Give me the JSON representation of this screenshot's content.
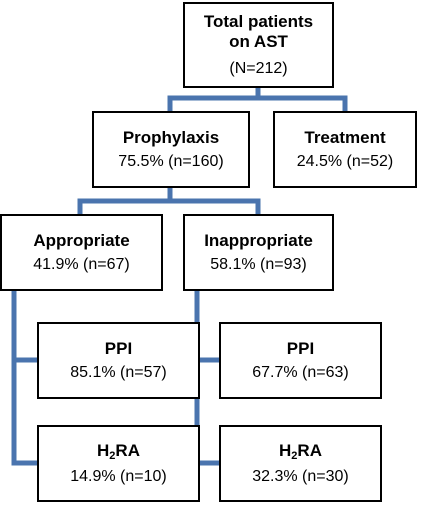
{
  "colors": {
    "connector": "#4a74ae",
    "box_border": "#000000",
    "text": "#000000"
  },
  "nodes": {
    "total": {
      "title_line1": "Total patients",
      "title_line2": "on AST",
      "value": "(N=212)"
    },
    "prophylaxis": {
      "title": "Prophylaxis",
      "value": "75.5% (n=160)"
    },
    "treatment": {
      "title": "Treatment",
      "value": "24.5% (n=52)"
    },
    "appropriate": {
      "title": "Appropriate",
      "value": "41.9% (n=67)"
    },
    "inappropriate": {
      "title": "Inappropriate",
      "value": "58.1% (n=93)"
    },
    "appropriate_ppi": {
      "title": "PPI",
      "value": "85.1% (n=57)"
    },
    "appropriate_h2ra": {
      "title_prefix": "H",
      "title_subscript": "2",
      "title_suffix": "RA",
      "value": "14.9% (n=10)"
    },
    "inappropriate_ppi": {
      "title": "PPI",
      "value": "67.7% (n=63)"
    },
    "inappropriate_h2ra": {
      "title_prefix": "H",
      "title_subscript": "2",
      "title_suffix": "RA",
      "value": "32.3% (n=30)"
    }
  },
  "edges": [
    {
      "from": "total",
      "to": "prophylaxis"
    },
    {
      "from": "total",
      "to": "treatment"
    },
    {
      "from": "prophylaxis",
      "to": "appropriate"
    },
    {
      "from": "prophylaxis",
      "to": "inappropriate"
    },
    {
      "from": "appropriate",
      "to": "appropriate_ppi"
    },
    {
      "from": "appropriate",
      "to": "appropriate_h2ra"
    },
    {
      "from": "inappropriate",
      "to": "inappropriate_ppi"
    },
    {
      "from": "inappropriate",
      "to": "inappropriate_h2ra"
    }
  ]
}
